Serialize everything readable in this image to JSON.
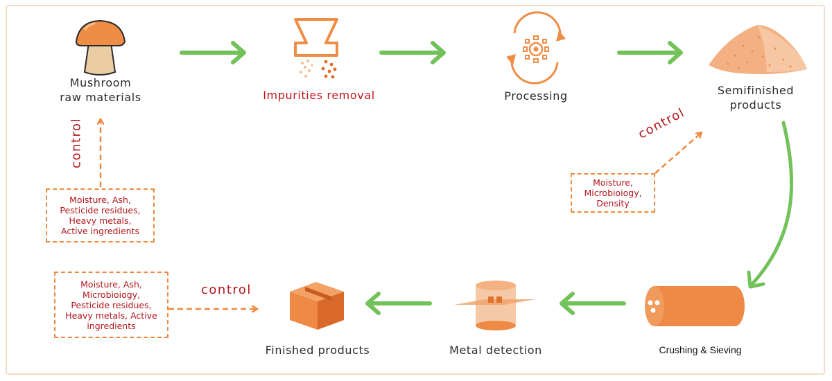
{
  "steps": {
    "raw_materials": [
      "Mushroom",
      "raw  materials"
    ],
    "impurities_removal": "Impurities removal",
    "processing": "Processing",
    "semifinished": [
      "Semifinished",
      "products"
    ],
    "crushing": "Crushing & Sieving",
    "metal_detection": "Metal detection",
    "finished": "Finished products"
  },
  "controls": {
    "raw": {
      "label": "control",
      "items": [
        "Moisture, Ash,",
        "Pesticide residues,",
        "Heavy metals,",
        "Active ingredients"
      ]
    },
    "semifinished": {
      "label": "control",
      "items": [
        "Moisture,",
        "Microbioiogy,",
        "Density"
      ]
    },
    "finished": {
      "label": "control",
      "items": [
        "Moisture,  Ash,",
        "Microbioiogy,",
        "Pesticide residues,",
        "Heavy metals, Active",
        "ingredients"
      ]
    }
  },
  "colors": {
    "flow_arrow": "#72c15a",
    "orange": "#f0883e",
    "red_text": "#c0151c",
    "border": "#f6dcc4"
  }
}
